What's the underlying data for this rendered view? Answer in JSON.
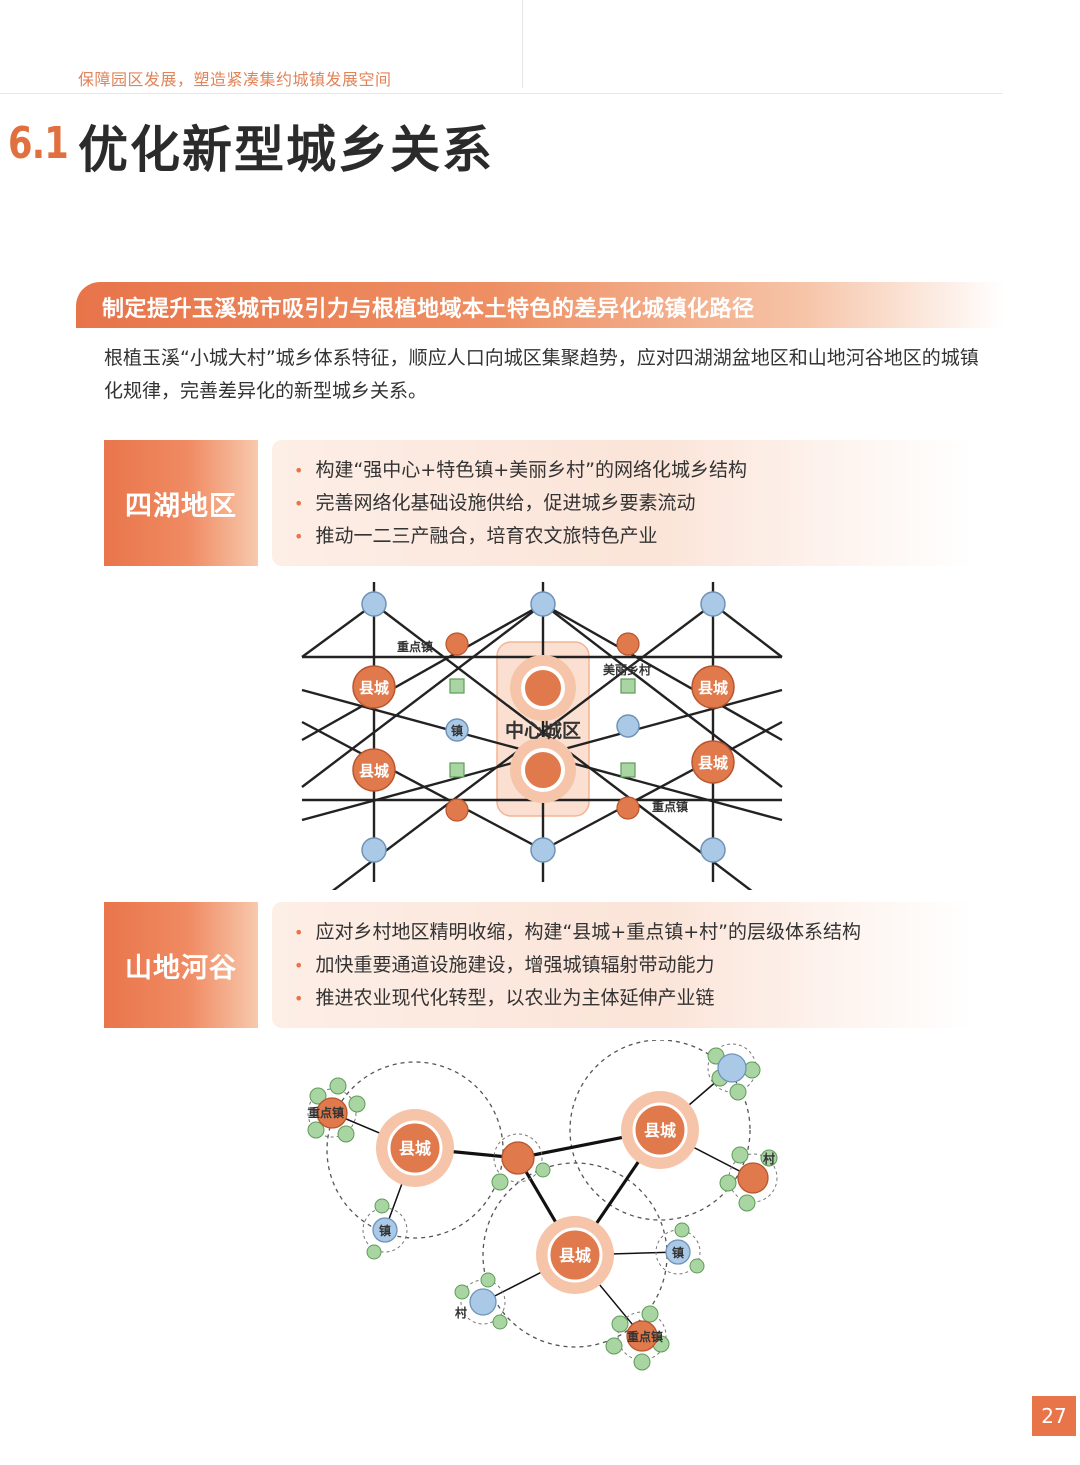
{
  "header": {
    "text": "保障园区发展，塑造紧凑集约城镇发展空间"
  },
  "section": {
    "number": "6.1",
    "title": "优化新型城乡关系"
  },
  "banner": {
    "text": "制定提升玉溪城市吸引力与根植地域本土特色的差异化城镇化路径"
  },
  "intro": {
    "text": "根植玉溪“小城大村”城乡体系特征，顺应人口向城区集聚趋势，应对四湖湖盆地区和山地河谷地区的城镇化规律，完善差异化的新型城乡关系。"
  },
  "regions": [
    {
      "name": "四湖地区",
      "bullets": [
        "构建“强中心+特色镇+美丽乡村”的网络化城乡结构",
        "完善网络化基础设施供给，促进城乡要素流动",
        "推动一二三产融合，培育农文旅特色产业"
      ]
    },
    {
      "name": "山地河谷",
      "bullets": [
        "应对乡村地区精明收缩，构建“县城+重点镇+村”的层级体系结构",
        "加快重要通道设施建设，增强城镇辐射带动能力",
        "推进农业现代化转型，以农业为主体延伸产业链"
      ]
    }
  ],
  "diagram1": {
    "labels": {
      "county": "县城",
      "center": "中心城区",
      "key_town": "重点镇",
      "town": "镇",
      "village": "美丽乡村"
    }
  },
  "diagram2": {
    "labels": {
      "county": "县城",
      "key_town": "重点镇",
      "town": "镇",
      "village": "村"
    }
  },
  "colors": {
    "accent": "#e8744a",
    "node_orange": "#e07a4c",
    "node_blue": "#a8c8e6",
    "node_green": "#a8d5a2"
  },
  "page": {
    "number": "27"
  }
}
